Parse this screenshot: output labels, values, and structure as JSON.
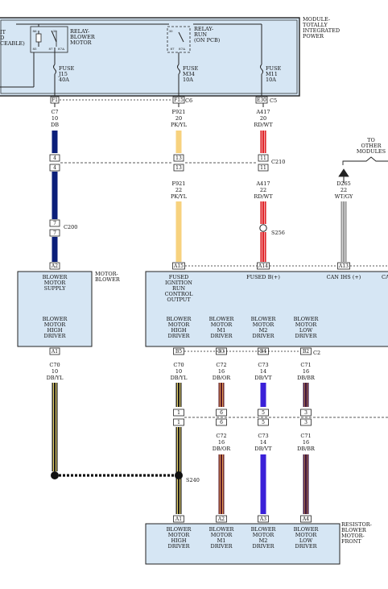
{
  "colors": {
    "module_fill": "#d6e6f4",
    "DB": "#0b1f7a",
    "PK/YL": "#f7d27e",
    "RD/WT": "#e0262a",
    "WT/GY": "#9a9a9a",
    "DB/YL": "#1b1b1b",
    "DB/OR": "#5a1a2a",
    "DB/VT": "#3a20d8",
    "DB/BR": "#3a1040"
  },
  "top_module": {
    "name": "MODULE-\nTOTALLY\nINTEGRATED\nPOWER",
    "left_text": "IT\nD\n\nCEABLE)",
    "relay1": {
      "name": "RELAY-\nBLOWER\nMOTOR",
      "pins": [
        "86",
        "30",
        "85",
        "87",
        "87A"
      ]
    },
    "relay2": {
      "name": "RELAY-\nRUN\n(ON PCB)",
      "pins": [
        "30",
        "87",
        "87A"
      ]
    },
    "fuses": [
      {
        "label": "FUSE\nJ15\n40A"
      },
      {
        "label": "FUSE\nM34\n10A"
      },
      {
        "label": "FUSE\nM11\n10A"
      }
    ],
    "connectors": [
      {
        "pin": "F1",
        "name": ""
      },
      {
        "pin": "F15",
        "name": "C6"
      },
      {
        "pin": "E30",
        "name": "C5"
      }
    ]
  },
  "mid_connectors": {
    "c210": {
      "name": "C210",
      "pins": [
        "4",
        "13",
        "11"
      ]
    },
    "c200": {
      "name": "C200",
      "pin": "7"
    },
    "s256": "S256",
    "s240": "S240"
  },
  "to_other_modules": "TO\nOTHER\nMODULES",
  "wires_upper": [
    {
      "circuit": "C7",
      "gauge": "10",
      "color": "DB"
    },
    {
      "circuit": "F921",
      "gauge": "20",
      "color": "PK/YL"
    },
    {
      "circuit": "A417",
      "gauge": "20",
      "color": "RD/WT"
    }
  ],
  "wires_lower": [
    {
      "circuit": "F921",
      "gauge": "22",
      "color": "PK/YL"
    },
    {
      "circuit": "A417",
      "gauge": "22",
      "color": "RD/WT"
    },
    {
      "circuit": "D265",
      "gauge": "22",
      "color": "WT/GY"
    }
  ],
  "motor_blower_module": {
    "name": "MOTOR-\nBLOWER",
    "pin_a2": "A2",
    "supply": "BLOWER\nMOTOR\nSUPPLY",
    "high_driver": "BLOWER\nMOTOR\nHIGH\nDRIVER",
    "pin_a1": "A1"
  },
  "control_module": {
    "pins_top": [
      "A15",
      "A14",
      "A13"
    ],
    "labels_top": [
      "FUSED\nIGNITION\nRUN\nCONTROL\nOUTPUT",
      "FUSED B(+)",
      "CAN IHS (+)",
      "CA"
    ],
    "drivers": [
      "BLOWER\nMOTOR\nHIGH\nDRIVER",
      "BLOWER\nMOTOR\nM1\nDRIVER",
      "BLOWER\nMOTOR\nM2\nDRIVER",
      "BLOWER\nMOTOR\nLOW\nDRIVER"
    ],
    "pins_bottom": [
      "B5",
      "B3",
      "B4",
      "B2"
    ],
    "connector_name": "C2"
  },
  "motor_wires": [
    {
      "circuit": "C70",
      "gauge": "10",
      "color": "DB/YL"
    },
    {
      "circuit": "C70",
      "gauge": "10",
      "color": "DB/YL"
    },
    {
      "circuit": "C72",
      "gauge": "16",
      "color": "DB/OR"
    },
    {
      "circuit": "C73",
      "gauge": "14",
      "color": "DB/VT"
    },
    {
      "circuit": "C71",
      "gauge": "16",
      "color": "DB/BR"
    }
  ],
  "c1_pins": [
    "1",
    "6",
    "5",
    "3"
  ],
  "resistor_module": {
    "name": "RESISTOR-\nBLOWER\nMOTOR-\nFRONT",
    "pins": [
      "A1",
      "A2",
      "A3",
      "A4"
    ],
    "labels": [
      "BLOWER\nMOTOR\nHIGH\nDRIVER",
      "BLOWER\nMOTOR\nM1\nDRIVER",
      "BLOWER\nMOTOR\nM2\nDRIVER",
      "BLOWER\nMOTOR\nLOW\nDRIVER"
    ]
  }
}
